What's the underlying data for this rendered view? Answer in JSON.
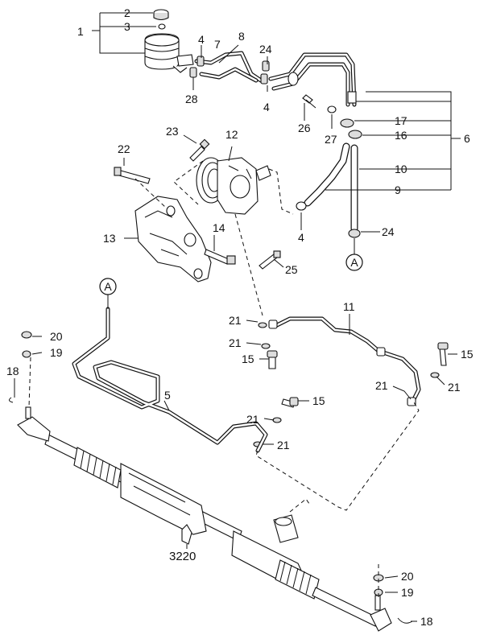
{
  "diagram": {
    "callouts": [
      {
        "id": "c1",
        "text": "1"
      },
      {
        "id": "c2",
        "text": "2"
      },
      {
        "id": "c3",
        "text": "3"
      },
      {
        "id": "c4a",
        "text": "4"
      },
      {
        "id": "c4b",
        "text": "4"
      },
      {
        "id": "c4c",
        "text": "4"
      },
      {
        "id": "c7",
        "text": "7"
      },
      {
        "id": "c8",
        "text": "8"
      },
      {
        "id": "c24a",
        "text": "24"
      },
      {
        "id": "c28",
        "text": "28"
      },
      {
        "id": "c26",
        "text": "26"
      },
      {
        "id": "c27",
        "text": "27"
      },
      {
        "id": "c17",
        "text": "17"
      },
      {
        "id": "c16",
        "text": "16"
      },
      {
        "id": "c6",
        "text": "6"
      },
      {
        "id": "c10",
        "text": "10"
      },
      {
        "id": "c9",
        "text": "9"
      },
      {
        "id": "c24b",
        "text": "24"
      },
      {
        "id": "c23",
        "text": "23"
      },
      {
        "id": "c12",
        "text": "12"
      },
      {
        "id": "c22",
        "text": "22"
      },
      {
        "id": "c13",
        "text": "13"
      },
      {
        "id": "c14",
        "text": "14"
      },
      {
        "id": "c25",
        "text": "25"
      },
      {
        "id": "c11",
        "text": "11"
      },
      {
        "id": "c21a",
        "text": "21"
      },
      {
        "id": "c21b",
        "text": "21"
      },
      {
        "id": "c15a",
        "text": "15"
      },
      {
        "id": "c15b",
        "text": "15"
      },
      {
        "id": "c21c",
        "text": "21"
      },
      {
        "id": "c21d",
        "text": "21"
      },
      {
        "id": "c20a",
        "text": "20"
      },
      {
        "id": "c19a",
        "text": "19"
      },
      {
        "id": "c18a",
        "text": "18"
      },
      {
        "id": "c5",
        "text": "5"
      },
      {
        "id": "c15c",
        "text": "15"
      },
      {
        "id": "c21e",
        "text": "21"
      },
      {
        "id": "c21f",
        "text": "21"
      },
      {
        "id": "c3220",
        "text": "3220"
      },
      {
        "id": "c20b",
        "text": "20"
      },
      {
        "id": "c19b",
        "text": "19"
      },
      {
        "id": "c18b",
        "text": "18"
      }
    ],
    "connectors": [
      {
        "id": "connA1",
        "text": "A"
      },
      {
        "id": "connA2",
        "text": "A"
      }
    ]
  }
}
